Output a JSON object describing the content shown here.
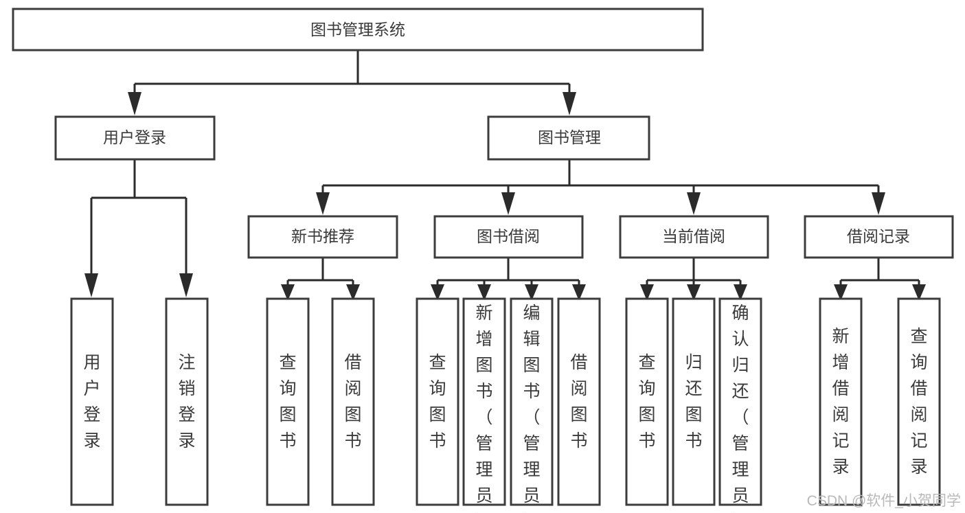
{
  "diagram": {
    "title": "图书管理系统",
    "type": "tree-hierarchy-diagram",
    "colors": {
      "box_stroke": "#3c3c3c",
      "box_fill": "#ffffff",
      "connector": "#2b2b2b",
      "text": "#3a3a3a",
      "watermark": "#b9b9b9",
      "background": "#ffffff"
    },
    "root": {
      "label": "图书管理系统"
    },
    "level2": [
      {
        "label": "用户登录"
      },
      {
        "label": "图书管理"
      }
    ],
    "level3": [
      {
        "label": "新书推荐"
      },
      {
        "label": "图书借阅"
      },
      {
        "label": "当前借阅"
      },
      {
        "label": "借阅记录"
      }
    ],
    "leaves": {
      "user_login": [
        {
          "label": "用户登录"
        },
        {
          "label": "注销登录"
        }
      ],
      "new_book_recommend": [
        {
          "label": "查询图书"
        },
        {
          "label": "借阅图书"
        }
      ],
      "book_borrow": [
        {
          "label": "查询图书"
        },
        {
          "label": "新增图书（管理员）"
        },
        {
          "label": "编辑图书（管理员）"
        },
        {
          "label": "借阅图书"
        }
      ],
      "current_borrow": [
        {
          "label": "查询图书"
        },
        {
          "label": "归还图书"
        },
        {
          "label": "确认归还（管理员）"
        }
      ],
      "borrow_record": [
        {
          "label": "新增借阅记录"
        },
        {
          "label": "查询借阅记录"
        }
      ]
    },
    "watermark": "CSDN @软件_小贺同学"
  }
}
